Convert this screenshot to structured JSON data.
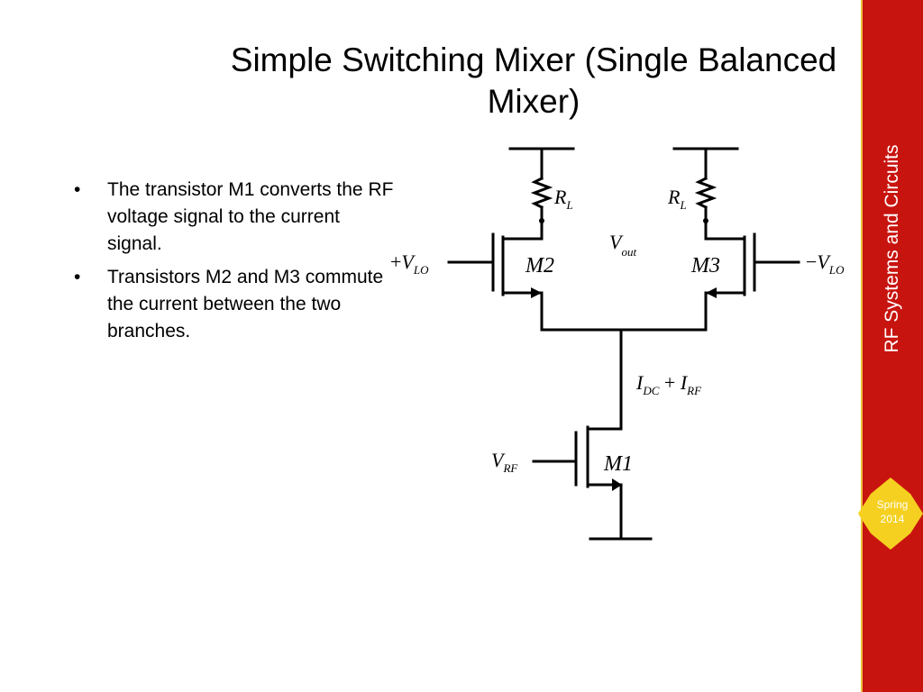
{
  "slide": {
    "title_line1": "Simple Switching Mixer (Single Balanced",
    "title_line2": "Mixer)",
    "bullets": [
      "The transistor M1 converts the RF voltage signal to the current signal.",
      "Transistors M2 and M3 commute the current between the two branches."
    ]
  },
  "sidebar": {
    "course": "RF Systems and Circuits",
    "term_line1": "Spring",
    "term_line2": "2014"
  },
  "circuit": {
    "rl_left": {
      "main": "R",
      "sub": "L"
    },
    "rl_right": {
      "main": "R",
      "sub": "L"
    },
    "vout": {
      "main": "V",
      "sub": "out"
    },
    "vlo_pos": {
      "sign": "+",
      "main": "V",
      "sub": "LO"
    },
    "vlo_neg": {
      "sign": "−",
      "main": "V",
      "sub": "LO"
    },
    "m2": "M2",
    "m3": "M3",
    "m1": "M1",
    "current": {
      "i1": "I",
      "s1": "DC",
      "op": " + ",
      "i2": "I",
      "s2": "RF"
    },
    "vrf": {
      "main": "V",
      "sub": "RF"
    }
  },
  "colors": {
    "sidebar": "#c8140f",
    "badge": "#f5d020",
    "ink": "#000000"
  }
}
